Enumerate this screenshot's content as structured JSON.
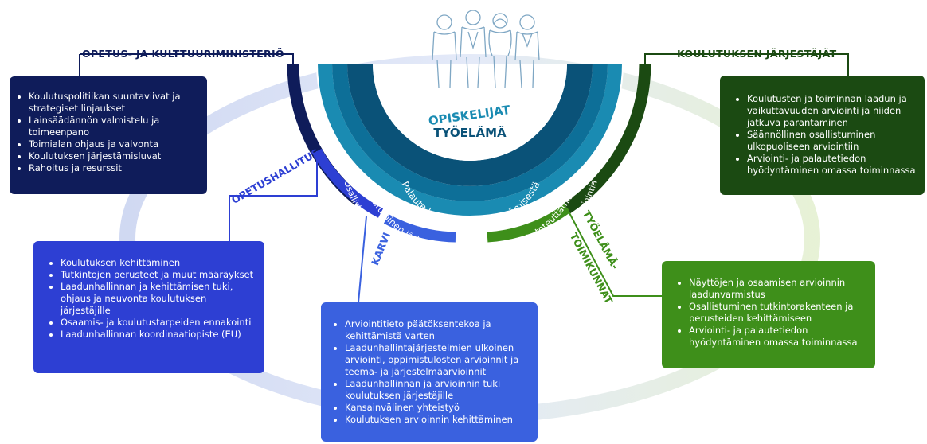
{
  "colors": {
    "okm": "#0f1c5a",
    "oph": "#2d3fd3",
    "karvi": "#3a61df",
    "jarjestajat": "#1b4a12",
    "toimikunnat": "#3e8f1a",
    "teal_outer": "#1a8bb2",
    "teal_mid": "#0d6f98",
    "teal_inner": "#0a5278"
  },
  "center": {
    "title1": "OPISKELIJAT",
    "title2": "TYÖELÄMÄ",
    "arc_texts": [
      "Palaute koulutuksen järjestämisestä",
      "Osallistuminen järjestelmän rakentamiseen ja toteuttamiseen",
      "Osallistuminen arviointitiedon tuottamiseen osana Karvin tekemää arviointia"
    ]
  },
  "okm": {
    "title": "OPETUS- JA KULTTUURIMINISTERIÖ",
    "items": [
      "Koulutuspolitiikan suuntaviivat ja strategiset linjaukset",
      "Lainsäädännön valmistelu ja toimeenpano",
      "Toimialan ohjaus ja valvonta",
      "Koulutuksen järjestämisluvat",
      "Rahoitus ja resurssit"
    ]
  },
  "opetushallitus": {
    "title": "OPETUSHALLITUS",
    "items": [
      "Koulutuksen kehittäminen",
      "Tutkintojen perusteet ja muut määräykset",
      "Laadunhallinnan ja kehittämisen tuki, ohjaus ja neuvonta koulutuksen järjestäjille",
      "Osaamis- ja koulutustarpeiden ennakointi",
      "Laadunhallinnan koordinaatiopiste (EU)"
    ]
  },
  "karvi": {
    "title": "KARVI",
    "items": [
      "Arviointitieto päätöksentekoa ja kehittämistä varten",
      "Laadunhallintajärjestelmien ulkoinen arviointi, oppimistulosten arvioinnit ja teema- ja järjestelmäarvioinnit",
      "Laadunhallinnan ja arvioinnin tuki koulutuksen järjestäjille",
      "Kansainvälinen yhteistyö",
      "Koulutuksen arvioinnin kehittäminen"
    ]
  },
  "jarjestajat": {
    "title": "KOULUTUKSEN JÄRJESTÄJÄT",
    "items": [
      "Koulutusten ja toiminnan laadun ja vaikuttavuuden arviointi ja niiden jatkuva parantaminen",
      "Säännöllinen osallistuminen ulkopuoliseen arviointiin",
      "Arviointi- ja palautetiedon hyödyntäminen omassa toiminnassa"
    ]
  },
  "toimikunnat": {
    "title_line1": "TYÖELÄMÄ-",
    "title_line2": "TOIMIKUNNAT",
    "items": [
      "Näyttöjen ja osaamisen arvioinnin laadunvarmistus",
      "Osallistuminen tutkintorakenteen ja perusteiden kehittämiseen",
      "Arviointi- ja palautetiedon hyödyntäminen omassa toiminnassa"
    ]
  }
}
